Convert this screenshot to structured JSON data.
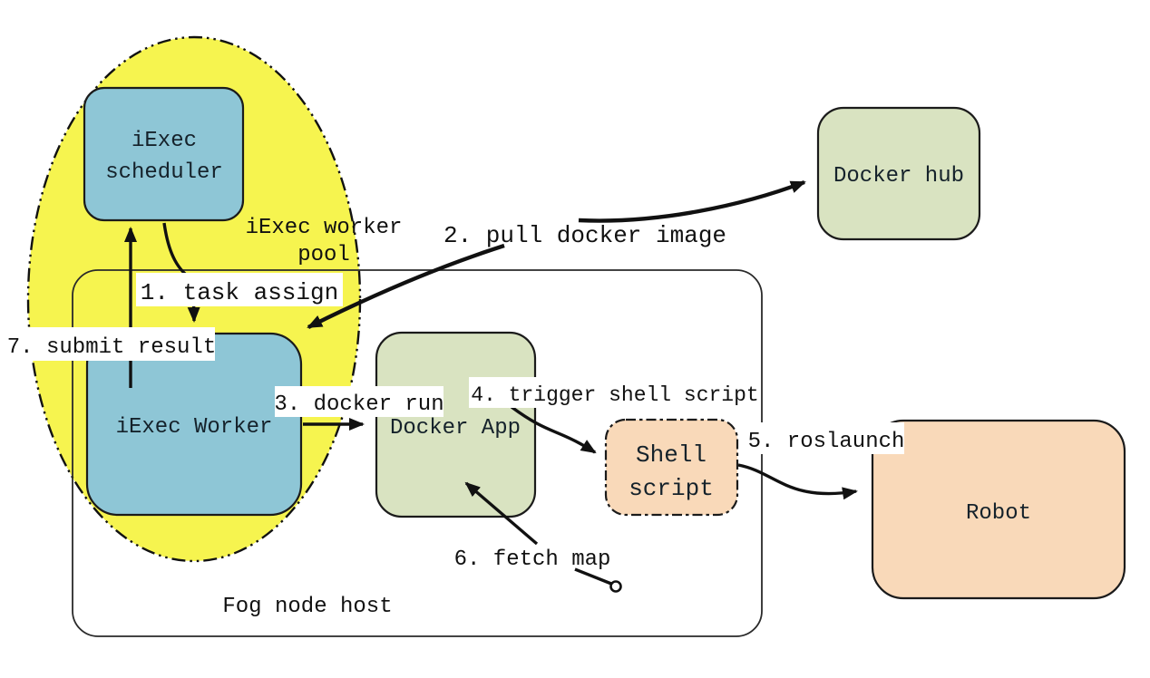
{
  "diagram": {
    "nodes": {
      "scheduler": {
        "line1": "iExec",
        "line2": "scheduler"
      },
      "worker": {
        "label": "iExec Worker"
      },
      "docker_app": {
        "label": "Docker App"
      },
      "shell_script": {
        "line1": "Shell",
        "line2": "script"
      },
      "docker_hub": {
        "label": "Docker hub"
      },
      "robot": {
        "label": "Robot"
      }
    },
    "containers": {
      "worker_pool": {
        "line1": "iExec worker",
        "line2": "pool"
      },
      "fog_node": {
        "label": "Fog node host"
      }
    },
    "arrows": {
      "task_assign": {
        "label": "1. task assign"
      },
      "pull_docker_image": {
        "label": "2. pull docker image"
      },
      "docker_run": {
        "label": "3. docker run"
      },
      "trigger_shell_script": {
        "label": "4. trigger shell script"
      },
      "roslaunch": {
        "label": "5. roslaunch"
      },
      "fetch_map": {
        "label": "6. fetch map"
      },
      "submit_result": {
        "label": "7. submit result"
      }
    },
    "colors": {
      "pool_fill": "#f6f44f",
      "blue_node": "#8ec6d6",
      "green_node": "#d9e3c1",
      "peach_node": "#f9d9b9",
      "canvas": "#ffffff"
    }
  }
}
